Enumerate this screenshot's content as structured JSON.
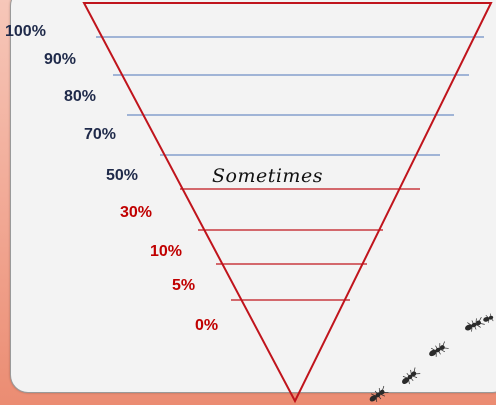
{
  "diagram": {
    "caption": "Sometimes",
    "levels": [
      {
        "label": "100%",
        "color": "#1f2a4a"
      },
      {
        "label": "90%",
        "color": "#1f2a4a"
      },
      {
        "label": "80%",
        "color": "#1f2a4a"
      },
      {
        "label": "70%",
        "color": "#1f2a4a"
      },
      {
        "label": "50%",
        "color": "#1f2a4a"
      },
      {
        "label": "30%",
        "color": "#c00000"
      },
      {
        "label": "10%",
        "color": "#c00000"
      },
      {
        "label": "5%",
        "color": "#c00000"
      },
      {
        "label": "0%",
        "color": "#c00000"
      }
    ],
    "colors": {
      "triangle_outline": "#c0141c",
      "upper_lines": "#6f8fc4",
      "lower_lines": "#c0141c",
      "ants": "#2a2a2a",
      "dark_label": "#1f2a4a",
      "red_label": "#c00000"
    },
    "decoration": "ant-trail"
  }
}
